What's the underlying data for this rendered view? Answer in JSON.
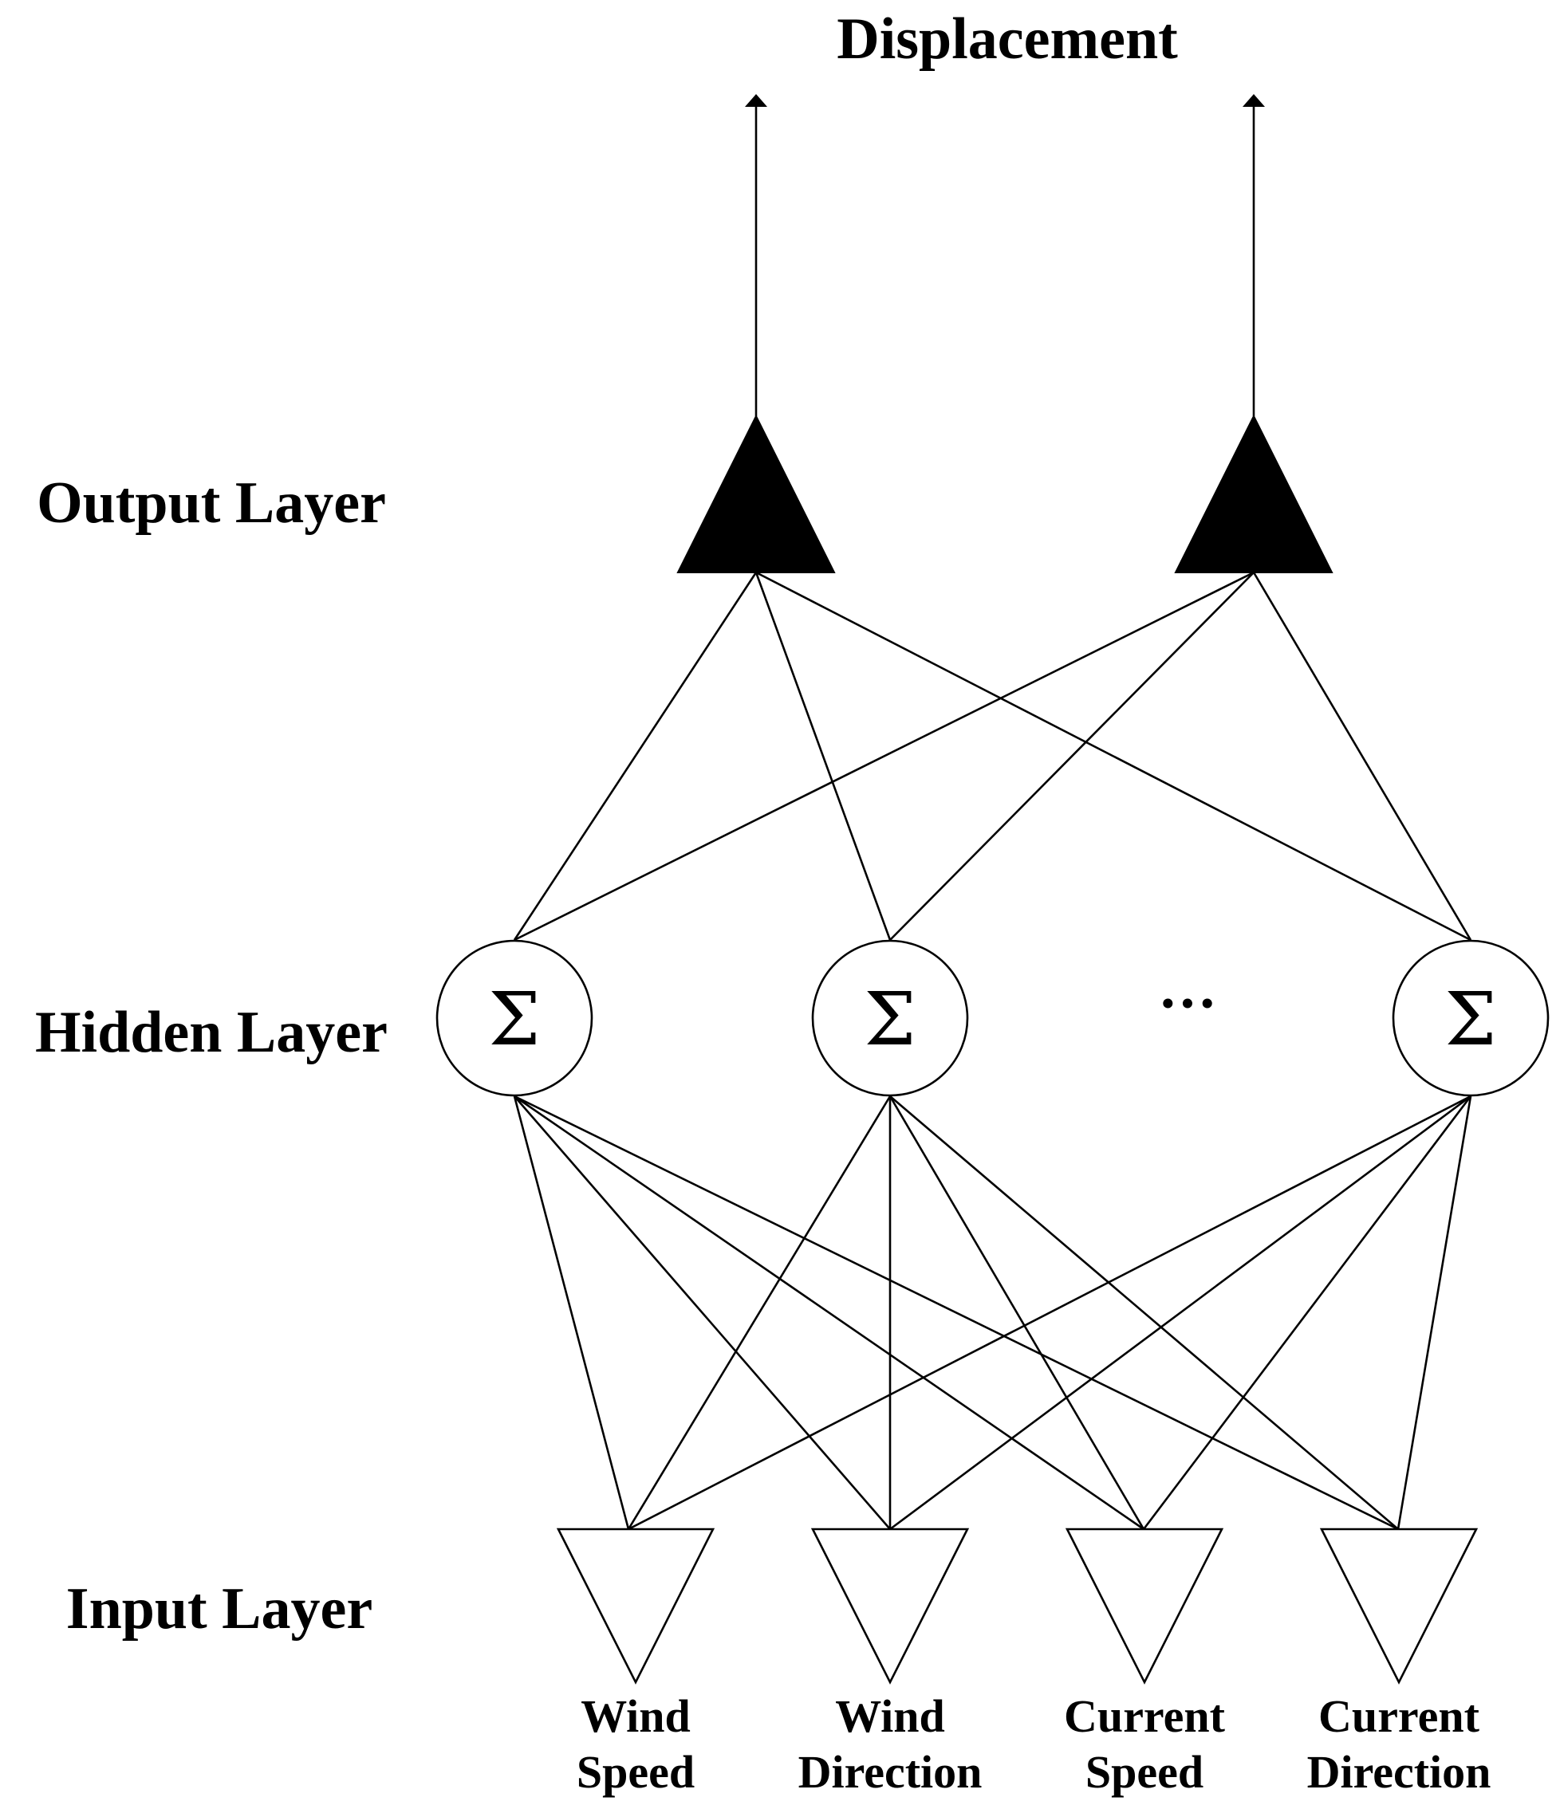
{
  "title": "Displacement",
  "layers": {
    "output": "Output Layer",
    "hidden": "Hidden Layer",
    "input": "Input Layer"
  },
  "hidden_symbol": "Σ",
  "ellipsis": "···",
  "inputs": [
    {
      "line1": "Wind",
      "line2": "Speed"
    },
    {
      "line1": "Wind",
      "line2": "Direction"
    },
    {
      "line1": "Current",
      "line2": "Speed"
    },
    {
      "line1": "Current",
      "line2": "Direction"
    }
  ],
  "colors": {
    "stroke": "#000000",
    "background": "#ffffff"
  }
}
